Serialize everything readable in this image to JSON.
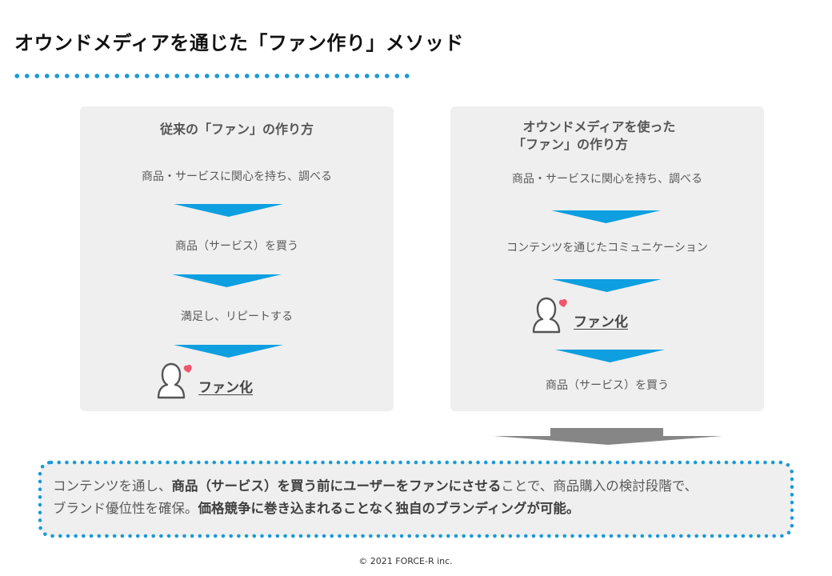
{
  "header": {
    "title": "オウンドメディアを通じた「ファン作り」メソッド"
  },
  "colors": {
    "accent_blue": "#1a9ad6",
    "arrow_blue": "#0e9fe0",
    "panel_bg": "#efefef",
    "heart": "#f0566b",
    "big_arrow_gray": "#868686"
  },
  "left_panel": {
    "title": "従来の「ファン」の作り方",
    "steps": [
      "商品・サービスに関心を持ち、調べる",
      "商品（サービス）を買う",
      "満足し、リピートする"
    ],
    "fan_label": "ファン化",
    "fan_icon": "person-with-heart-icon"
  },
  "right_panel": {
    "title_line1": "オウンドメディアを使った",
    "title_line2": "「ファン」の作り方",
    "steps": [
      "商品・サービスに関心を持ち、調べる",
      "コンテンツを通じたコミュニケーション",
      "商品（サービス）を買う"
    ],
    "fan_label": "ファン化",
    "fan_icon": "person-with-heart-icon"
  },
  "summary": {
    "line1_part1": "コンテンツを通し、",
    "line1_bold": "商品（サービス）を買う前にユーザーをファンにさせる",
    "line1_part2": "ことで、商品購入の検討段階で、",
    "line2_part1": "ブランド優位性を確保。",
    "line2_bold": "価格競争に巻き込まれることなく独自のブランディングが可能。"
  },
  "footer": {
    "copyright": "© 2021  FORCE-R inc."
  }
}
